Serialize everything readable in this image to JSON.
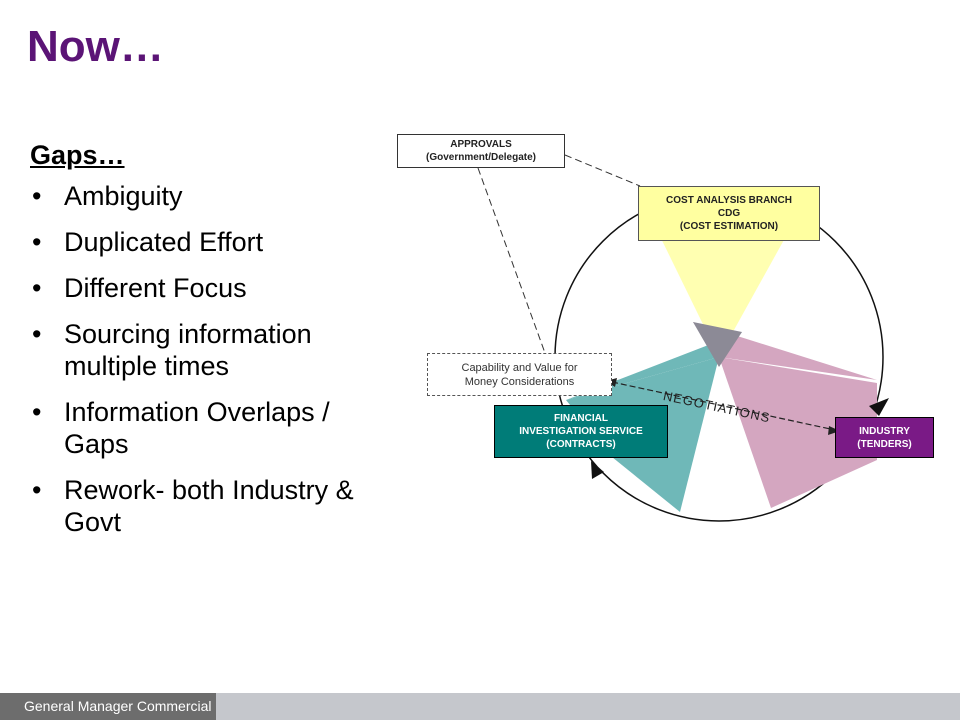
{
  "slide": {
    "title": "Now…",
    "gaps_heading": "Gaps…",
    "bullets": [
      "Ambiguity",
      "Duplicated Effort",
      "Different Focus",
      "Sourcing information multiple times",
      "Information Overlaps / Gaps",
      "Rework- both Industry & Govt"
    ]
  },
  "diagram": {
    "approvals": {
      "line1": "APPROVALS",
      "line2": "(Government/Delegate)"
    },
    "cost_analysis": {
      "line1": "COST ANALYSIS BRANCH",
      "line2": "CDG",
      "line3": "(COST ESTIMATION)"
    },
    "capability": {
      "line1": "Capability and Value for",
      "line2": "Money Considerations"
    },
    "fis": {
      "line1": "FINANCIAL",
      "line2": "INVESTIGATION SERVICE",
      "line3": "(CONTRACTS)"
    },
    "industry": {
      "line1": "INDUSTRY",
      "line2": "(TENDERS)"
    },
    "negotiations": "NEGOTIATIONS",
    "colors": {
      "yellow_wedge": "#ffffa8",
      "teal_wedge": "#6fb8b8",
      "pink_wedge": "#d4a6c0",
      "center_overlap": "#8c8a96",
      "fis_box": "#007c78",
      "industry_box": "#7a1a86",
      "cost_box": "#ffffa0"
    }
  },
  "footer": {
    "label": "General Manager Commercial"
  }
}
